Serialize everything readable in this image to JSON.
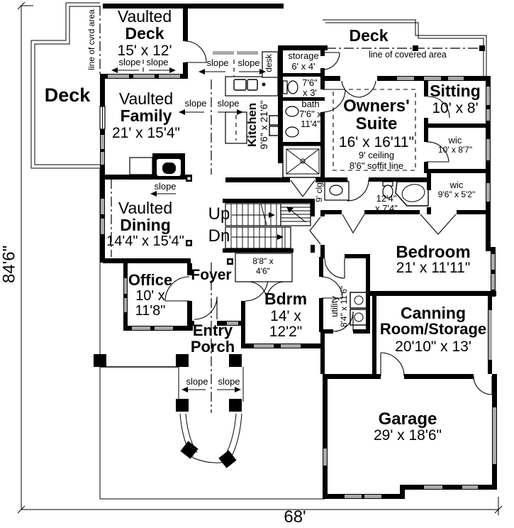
{
  "dimensions": {
    "overall_depth": "84'6\"",
    "overall_width": "68'"
  },
  "annotations": {
    "slope": "slope",
    "desk": "desk",
    "line_cvrd_area": "line of cvrd area",
    "line_covered_area": "line of covered area",
    "nine_clg": "9' clg",
    "up": "Up",
    "dn": "Dn"
  },
  "decks": {
    "left_deck": "Deck",
    "top_deck": "Deck",
    "vaulted_deck": {
      "line1": "Vaulted",
      "line2": "Deck",
      "dims": "15' x 12'"
    }
  },
  "rooms": {
    "family": {
      "line1": "Vaulted",
      "line2": "Family",
      "dims": "21' x 15'4\""
    },
    "dining": {
      "line1": "Vaulted",
      "line2": "Dining",
      "dims": "14'4\" x 15'4\""
    },
    "kitchen": {
      "name": "Kitchen",
      "dims": "9'6\" x 21'6\""
    },
    "storage": {
      "name": "storage",
      "dims": "6' x 4'"
    },
    "powder": {
      "dims1": "7'6\"",
      "dims2": "x 3'"
    },
    "bath": {
      "name": "bath",
      "dims1": "7'6\" x",
      "dims2": "11'4\""
    },
    "owners_suite": {
      "line1": "Owners'",
      "line2": "Suite",
      "dims": "16' x 16'11\"",
      "ceiling": "9' ceiling",
      "soffit": "8'6\" soffit line"
    },
    "sitting": {
      "name": "Sitting",
      "dims": "10' x 8'"
    },
    "wic_upper": {
      "name": "wic",
      "dims": "10' x 8'7\""
    },
    "wic_lower": {
      "name": "wic",
      "dims": "9'6\" x 5'2\""
    },
    "owners_bath": {
      "dims1": "12'4\"",
      "dims2": "x 7'4\""
    },
    "bedroom": {
      "name": "Bedroom",
      "dims": "21' x 11'11\""
    },
    "bdrm": {
      "name": "Bdrm",
      "dims1": "14' x",
      "dims2": "12'2\""
    },
    "closet": {
      "dims1": "8'8\" x",
      "dims2": "4'6\""
    },
    "office": {
      "name": "Office",
      "dims1": "10' x",
      "dims2": "11'8\""
    },
    "foyer": {
      "name": "Foyer"
    },
    "entry_porch": {
      "line1": "Entry",
      "line2": "Porch"
    },
    "utility": {
      "name": "utility",
      "dims": "8'4\" x 11'6\""
    },
    "canning": {
      "line1": "Canning",
      "line2": "Room/Storage",
      "dims": "20'10\" x 13'"
    },
    "garage": {
      "name": "Garage",
      "dims": "29' x 18'6\""
    }
  }
}
